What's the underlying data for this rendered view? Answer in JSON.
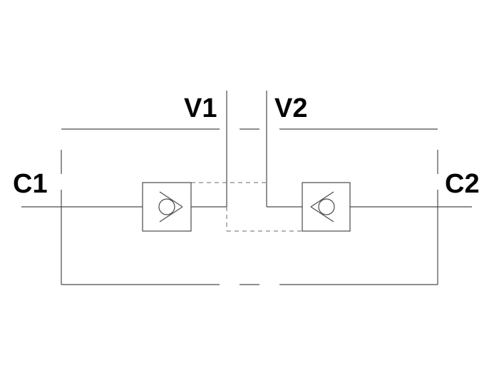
{
  "diagram": {
    "ports": {
      "c1": "C1",
      "c2": "C2",
      "v1": "V1",
      "v2": "V2"
    },
    "elements": [
      "check-valve-left",
      "check-valve-right",
      "pilot-line"
    ],
    "colors": {
      "line": "#4a4a4a",
      "label": "#000000",
      "background": "#ffffff"
    }
  }
}
